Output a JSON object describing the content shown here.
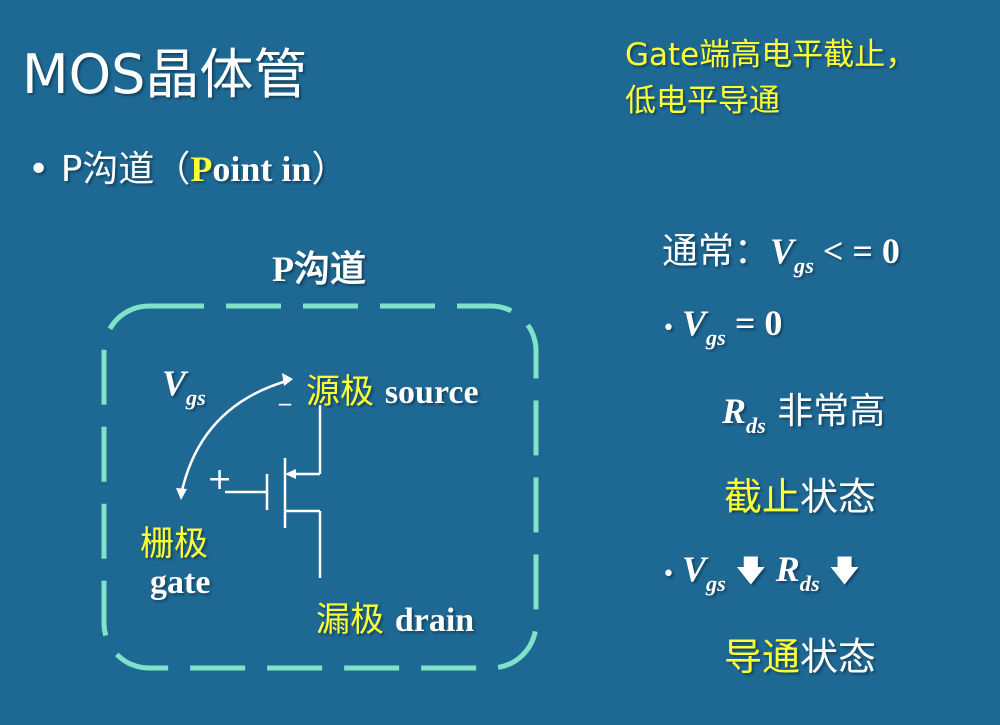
{
  "title": "MOS晶体管",
  "bullet1": {
    "prefix": "P沟道（",
    "highlight": "P",
    "rest": "oint in",
    "suffix": "）"
  },
  "note": {
    "line1": "Gate端高电平截止，",
    "line2": "低电平导通"
  },
  "diagram": {
    "title": "P沟道",
    "vgs_V": "V",
    "vgs_sub": "gs",
    "minus": "_",
    "plus": "+",
    "source_cn": "源极",
    "source_en": "source",
    "gate_cn": "栅极",
    "gate_en": "gate",
    "drain_cn": "漏极",
    "drain_en": "drain"
  },
  "right": {
    "normally_label": "通常：",
    "normally_V": "V",
    "normally_sub": "gs",
    "normally_rel": " < = 0",
    "b1_V": "V",
    "b1_sub": "gs",
    "b1_rel": " = 0",
    "rds_R": "R",
    "rds_sub": "ds",
    "rds_text": " 非常高",
    "cutoff_hl": "截止",
    "cutoff_rest": "状态",
    "b2_V": "V",
    "b2_sub": "gs",
    "b2_arrow": " 🡇 ",
    "b2_R": "R",
    "b2_rsub": "ds",
    "b2_arrow2": " 🡇",
    "on_hl": "导通",
    "on_rest": "状态"
  },
  "colors": {
    "background": "#1e6894",
    "highlight": "#ffff33",
    "dash": "#7fe3c8"
  }
}
